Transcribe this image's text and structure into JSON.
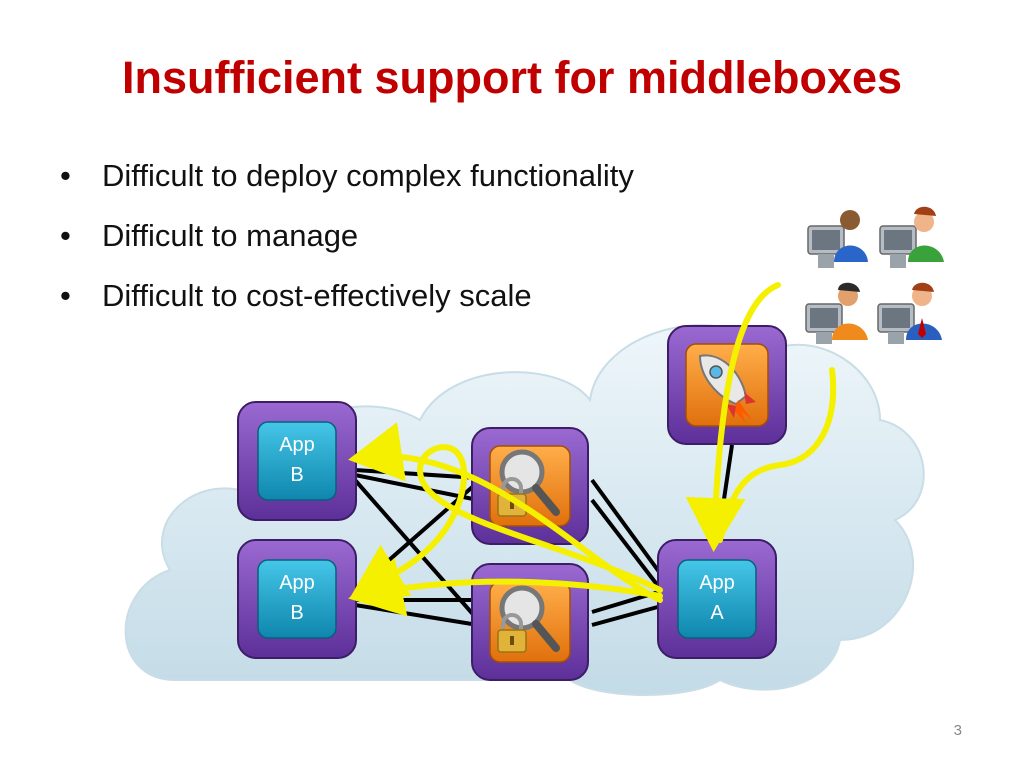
{
  "slide": {
    "title": "Insufficient support for middleboxes",
    "bullets": [
      "Difficult to deploy complex functionality",
      "Difficult to manage",
      "Difficult to cost-effectively scale"
    ],
    "page_number": "3"
  },
  "diagram": {
    "nodes": [
      {
        "id": "app-b-top",
        "line1": "App",
        "line2": "B"
      },
      {
        "id": "app-b-bottom",
        "line1": "App",
        "line2": "B"
      },
      {
        "id": "app-a",
        "line1": "App",
        "line2": "A"
      }
    ],
    "middlebox_icons": [
      "lock-magnifier-icon",
      "lock-magnifier-icon",
      "rocket-icon"
    ],
    "user_icons": [
      "user-computer-icon",
      "user-computer-icon",
      "user-computer-icon",
      "user-computer-icon"
    ],
    "colors": {
      "title": "#c00000",
      "tile_purple": "#7b46b6",
      "app_teal": "#1aa3c8",
      "middlebox_orange": "#f08a1c",
      "flow_yellow": "#f5f000",
      "cloud": "#d4e6ef"
    }
  }
}
